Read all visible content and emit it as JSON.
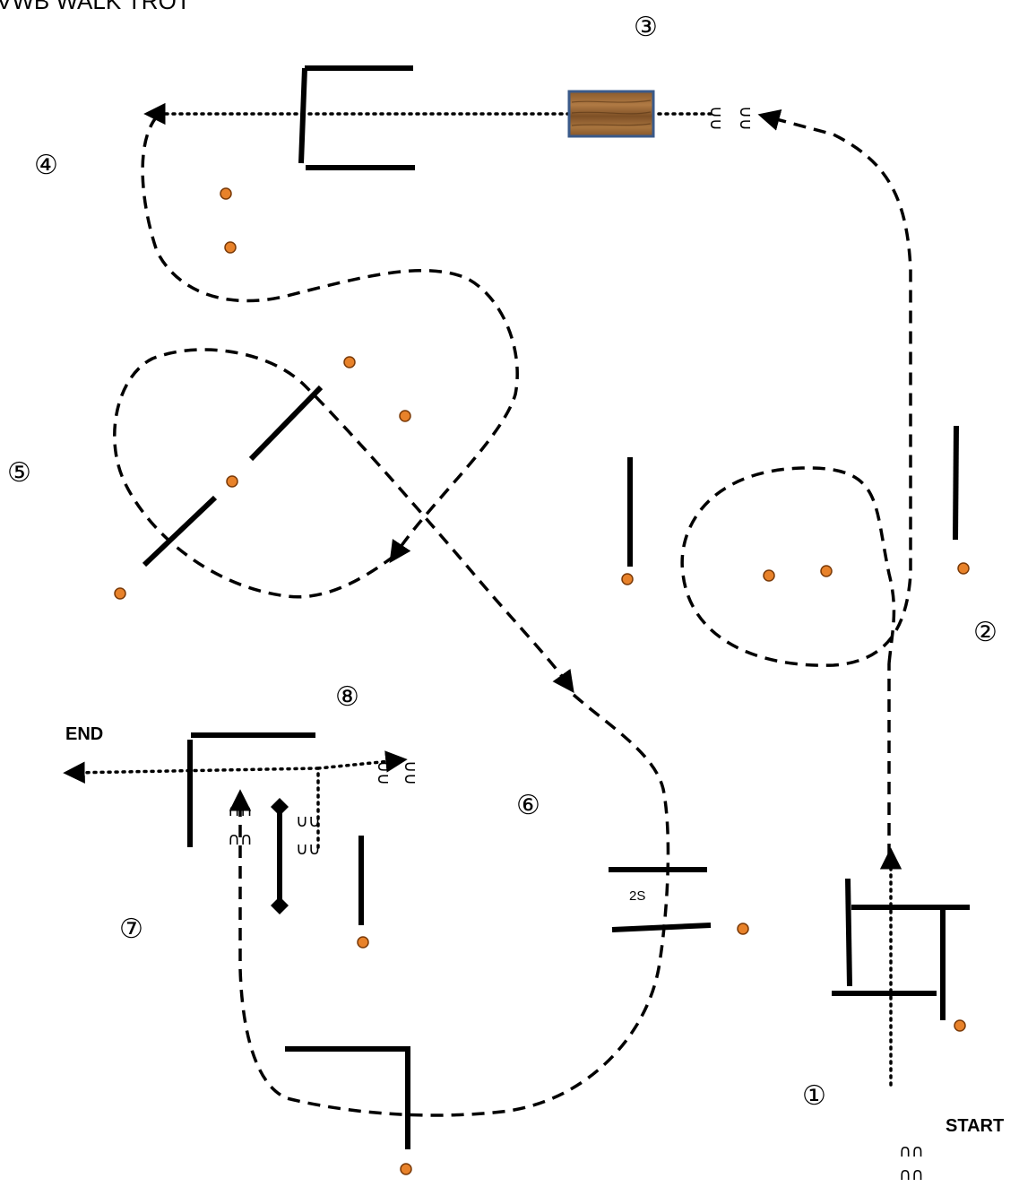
{
  "title": "VWB WALK TROT",
  "start_label": "START",
  "end_label": "END",
  "obstacle_numbers": [
    "①",
    "②",
    "③",
    "④",
    "⑤",
    "⑥",
    "⑦",
    "⑧"
  ],
  "two_strides_label": "2S",
  "footprints_forward": "∩∩",
  "footprints_reverse": "∪∪",
  "colors": {
    "cone": "#e8822a",
    "cone_stroke": "#7a3a08",
    "rail": "#000000",
    "wood": "#a2703e",
    "wood_border": "#3a5a8a"
  }
}
